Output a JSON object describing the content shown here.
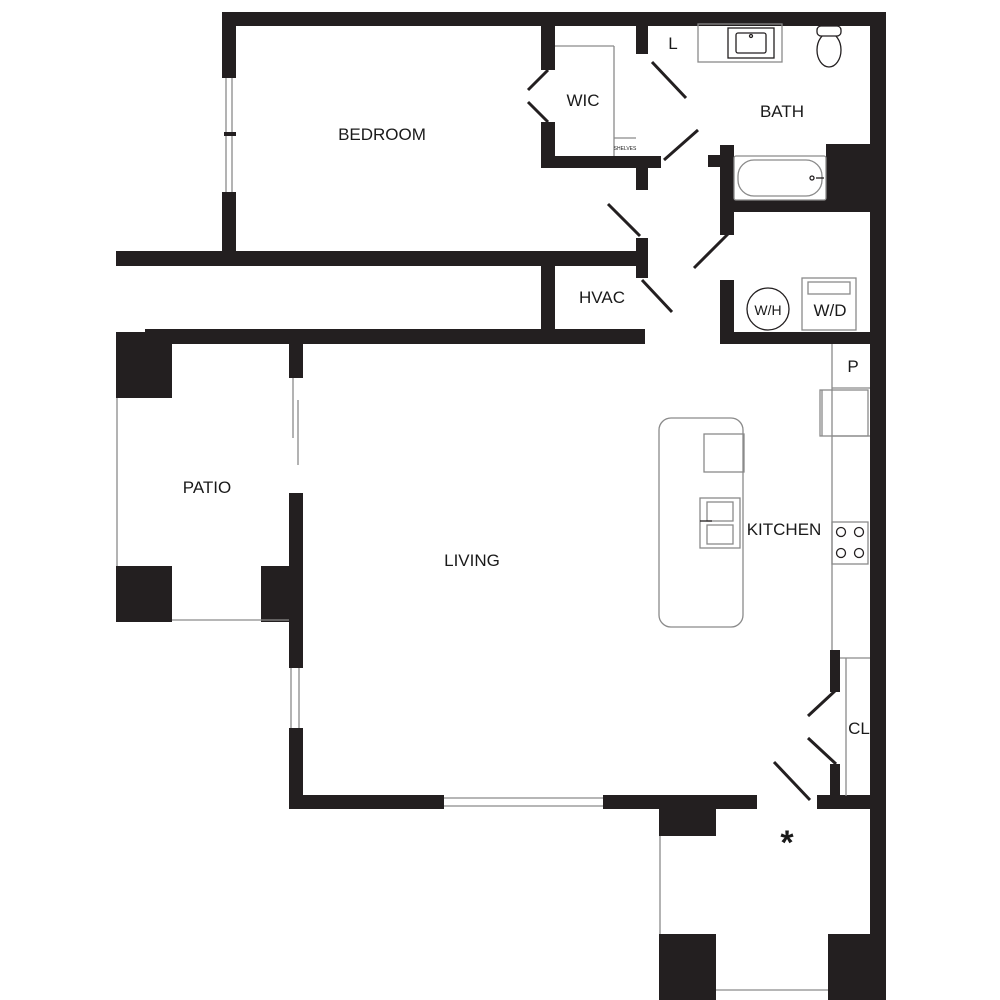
{
  "plan": {
    "rooms": {
      "bedroom": "BEDROOM",
      "wic": "WIC",
      "bath": "BATH",
      "hvac": "HVAC",
      "patio": "PATIO",
      "living": "LIVING",
      "kitchen": "KITCHEN",
      "closet": "CL"
    },
    "fixtures": {
      "linen": "L",
      "pantry": "P",
      "water_heater": "W/H",
      "washer_dryer": "W/D",
      "shelves": "SHELVES"
    },
    "entry_marker": "*"
  },
  "colors": {
    "wall": "#231f20",
    "line": "#8a8a8a",
    "fixture_fill": "#ffffff"
  }
}
